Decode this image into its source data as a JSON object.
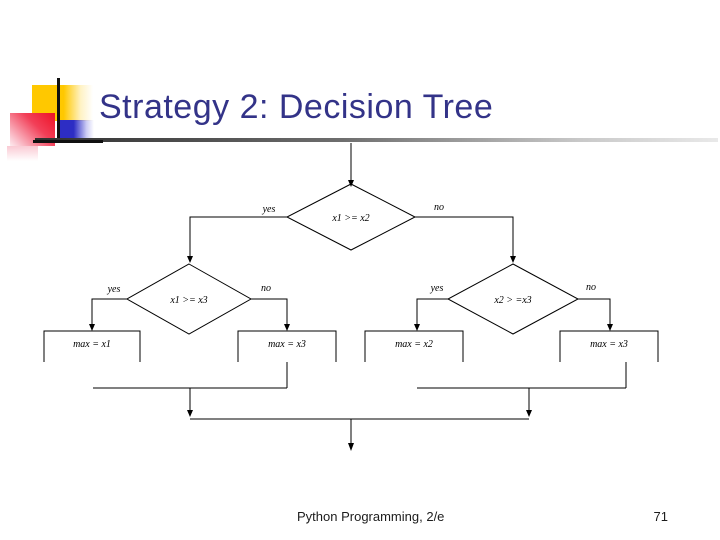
{
  "slide": {
    "title": "Strategy 2: Decision Tree",
    "footer_text": "Python Programming, 2/e",
    "page_number": "71"
  },
  "flowchart": {
    "decision1": "x1 >= x2",
    "decision2": "x1 >= x3",
    "decision3": "x2 > =x3",
    "branch_labels": {
      "d1_yes": "yes",
      "d1_no": "no",
      "d2_yes": "yes",
      "d2_no": "no",
      "d3_yes": "yes",
      "d3_no": "no"
    },
    "outcomes": [
      "max = x1",
      "max = x3",
      "max = x2",
      "max = x3"
    ]
  },
  "colors": {
    "title": "#333388",
    "accent_yellow": "#ffc800",
    "accent_red": "#ee1125",
    "accent_blue": "#2d2dc4",
    "line": "#000000"
  }
}
